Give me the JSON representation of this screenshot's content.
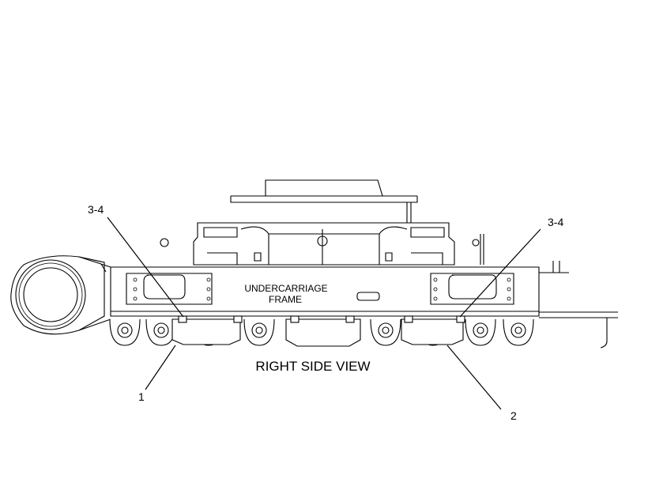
{
  "diagram": {
    "frame_label_line1": "UNDERCARRIAGE",
    "frame_label_line2": "FRAME",
    "view_title": "RIGHT SIDE VIEW",
    "callouts": {
      "top_left": "3-4",
      "top_right": "3-4",
      "bottom_left": "1",
      "bottom_right": "2"
    }
  }
}
